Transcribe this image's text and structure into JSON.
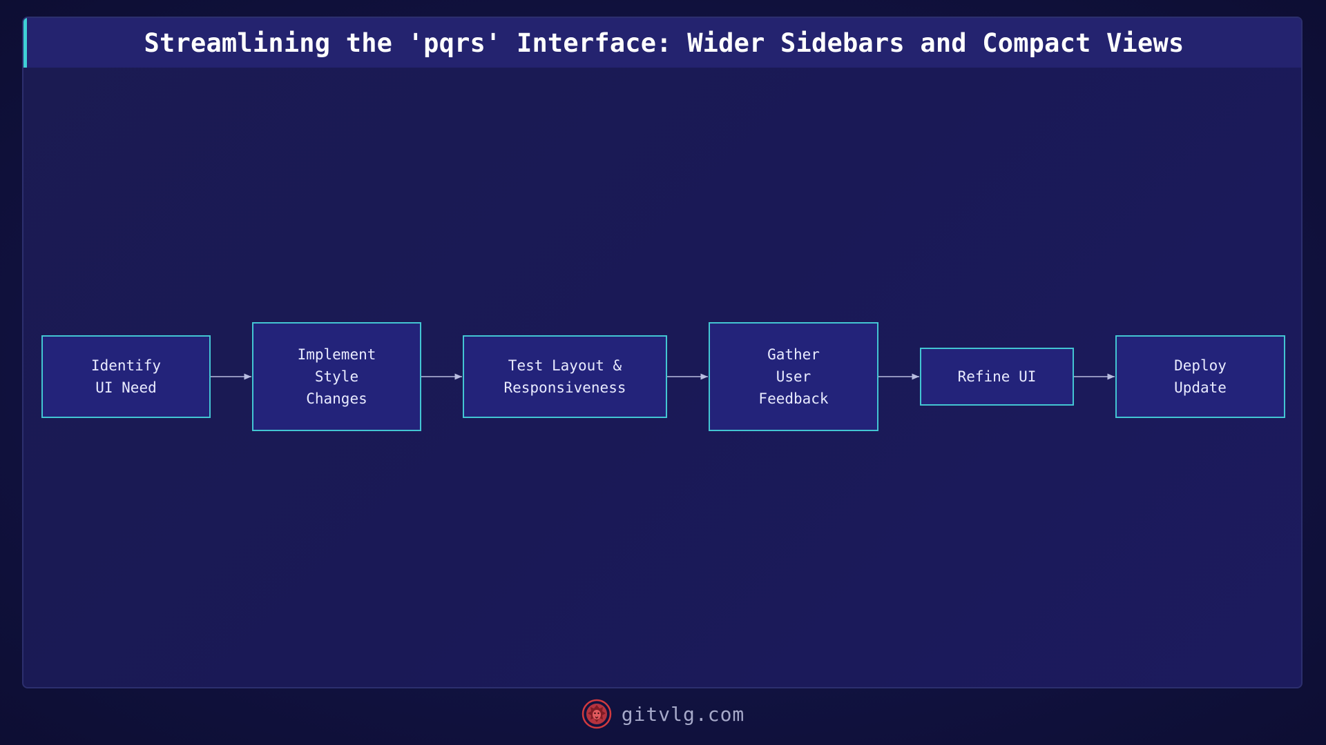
{
  "title": "Streamlining the 'pqrs' Interface: Wider Sidebars and Compact Views",
  "nodes": [
    {
      "id": "identify",
      "label": "Identify\n UI Need"
    },
    {
      "id": "implement",
      "label": "Implement\nStyle\n Changes"
    },
    {
      "id": "test",
      "label": "Test Layout &\n Responsiveness"
    },
    {
      "id": "gather",
      "label": "Gather\nUser\n Feedback"
    },
    {
      "id": "refine",
      "label": "Refine UI"
    },
    {
      "id": "deploy",
      "label": "Deploy\n Update"
    }
  ],
  "edges": [
    [
      "identify",
      "implement"
    ],
    [
      "implement",
      "test"
    ],
    [
      "test",
      "gather"
    ],
    [
      "gather",
      "refine"
    ],
    [
      "refine",
      "deploy"
    ]
  ],
  "footer": {
    "site": "gitvlg.com",
    "logo_icon": "lion-logo-icon"
  },
  "colors": {
    "node_fill": "#23237a",
    "node_border": "#43c6d3",
    "accent": "#3fd0d6",
    "arrow": "#b9bde0",
    "logo": "#d23a3f"
  }
}
